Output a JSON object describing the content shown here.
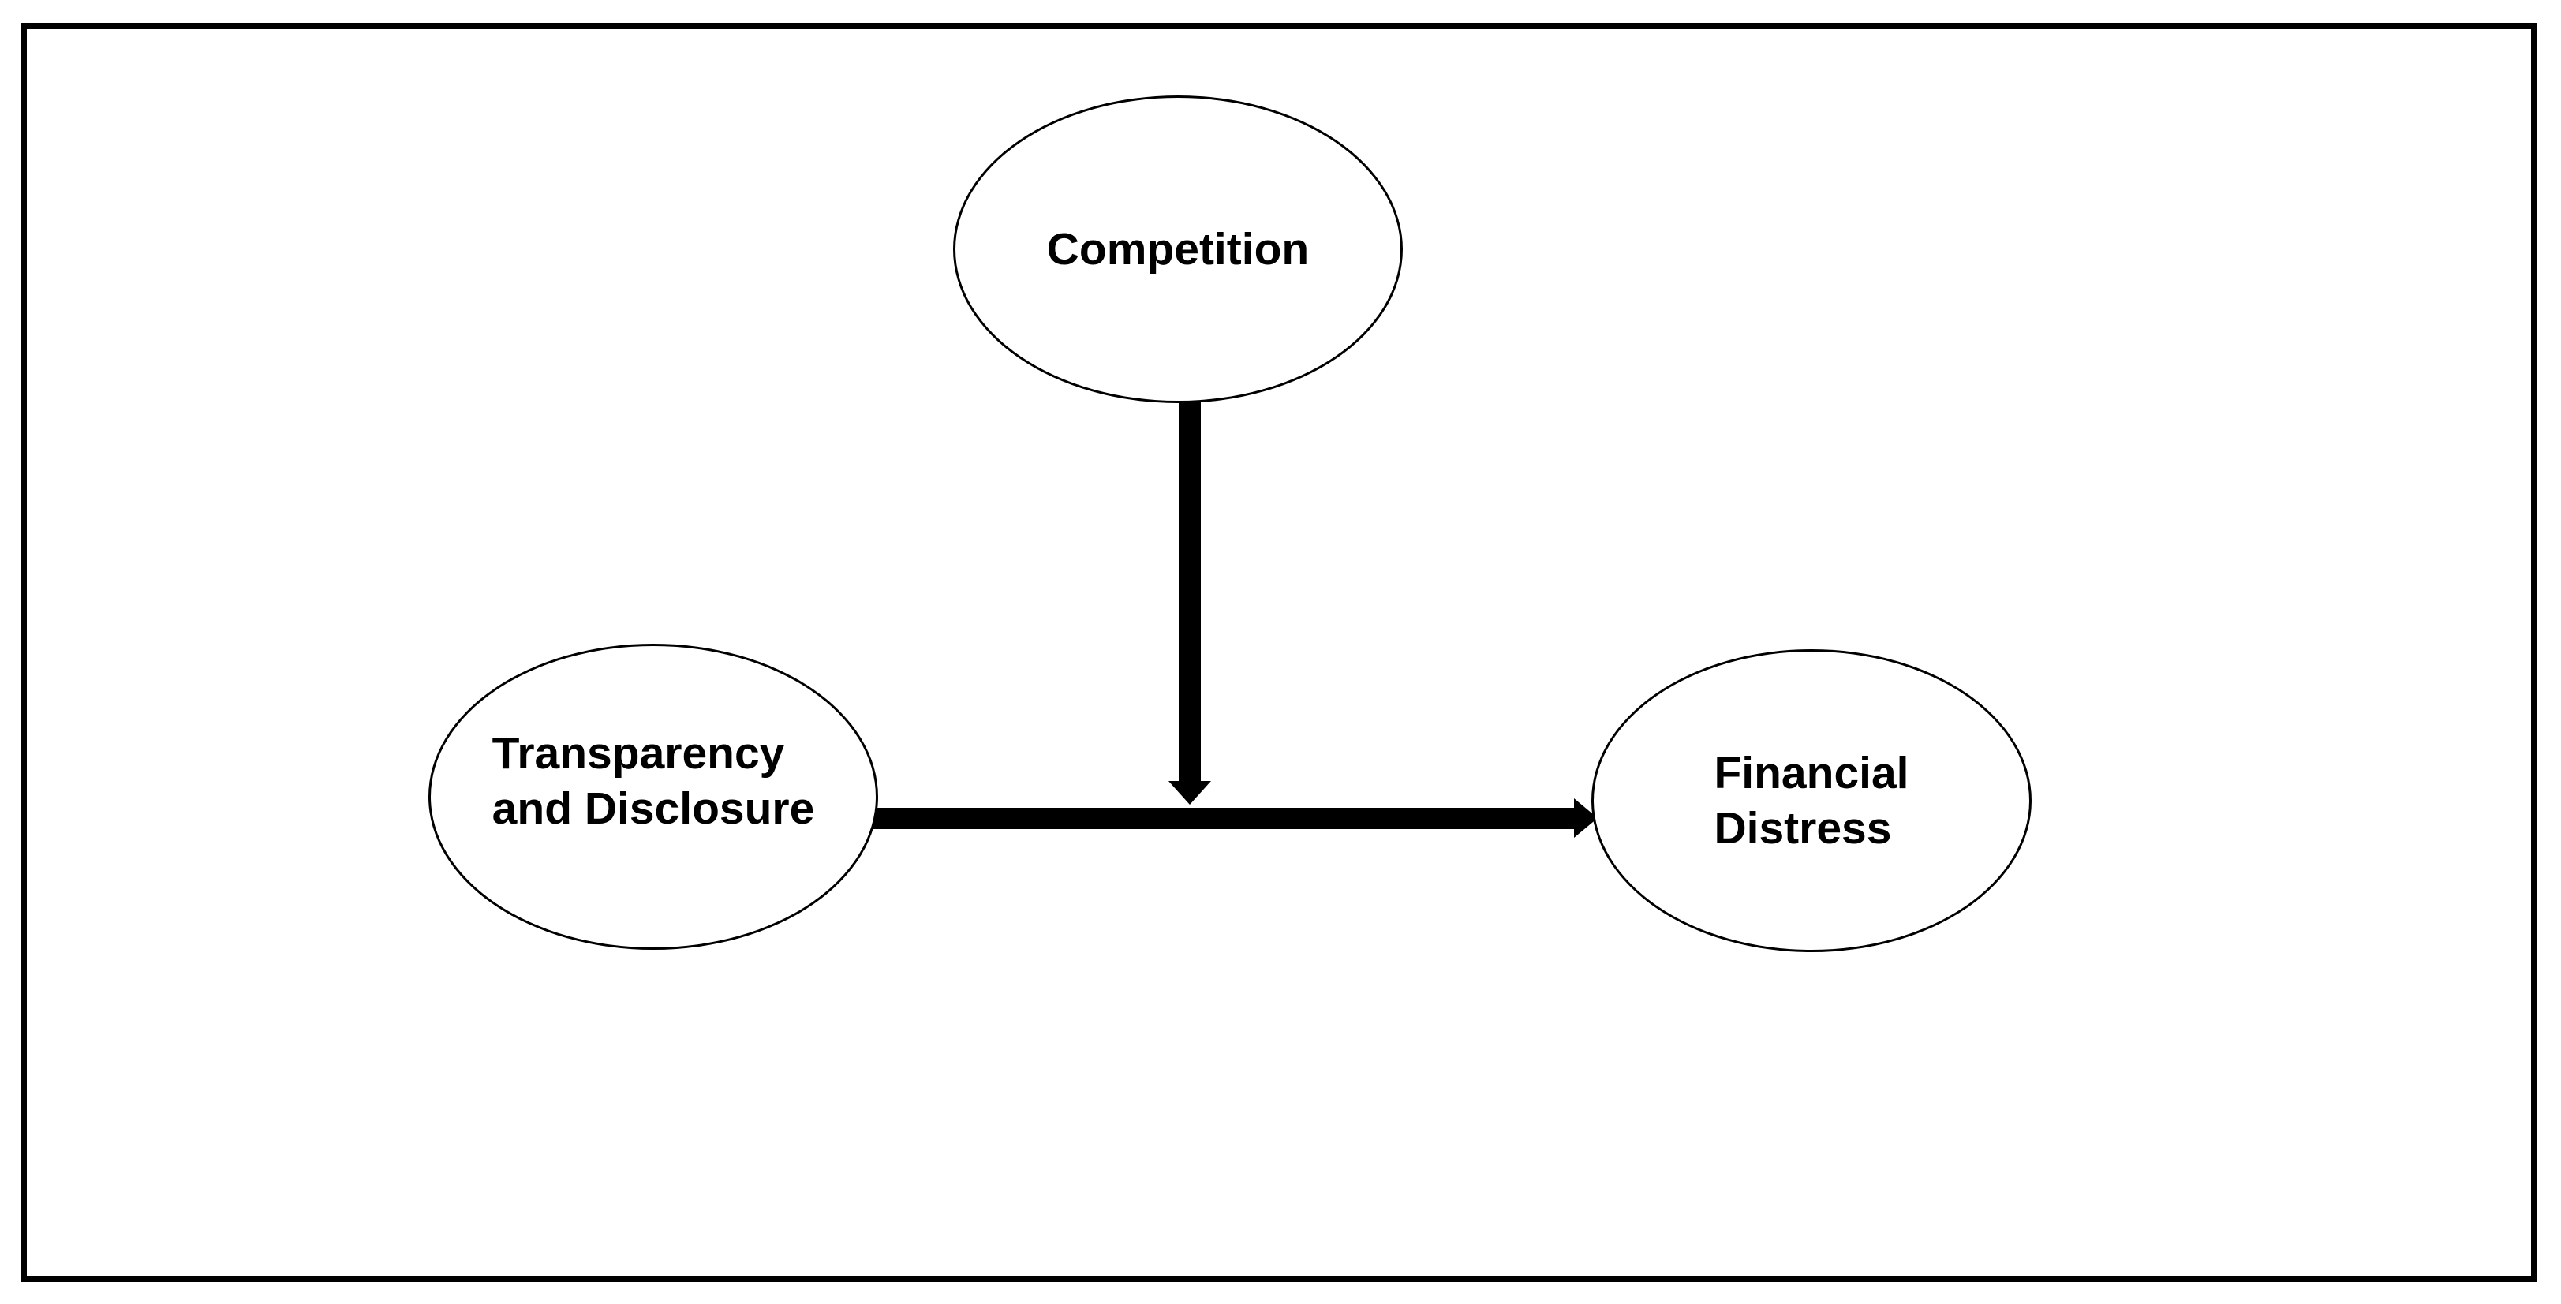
{
  "canvas": {
    "background_color": "#ffffff",
    "frame_border_color": "#000000",
    "text_color": "#000000",
    "arrow_color": "#000000"
  },
  "nodes": [
    {
      "id": "competition",
      "shape": "ellipse",
      "lines": [
        "Competition"
      ]
    },
    {
      "id": "transparency-and-disclosure",
      "shape": "ellipse",
      "lines": [
        "Transparency",
        "and Disclosure"
      ]
    },
    {
      "id": "financial-distress",
      "shape": "ellipse",
      "lines": [
        "Financial",
        "Distress"
      ]
    }
  ],
  "edges": [
    {
      "from": "transparency-and-disclosure",
      "to": "financial-distress",
      "direction": "right",
      "style": "thick-solid-arrow",
      "color": "#000000"
    },
    {
      "from": "competition",
      "to": "arrow(transparency-and-disclosure -> financial-distress)",
      "direction": "down",
      "style": "thick-solid-arrow",
      "color": "#000000"
    }
  ]
}
